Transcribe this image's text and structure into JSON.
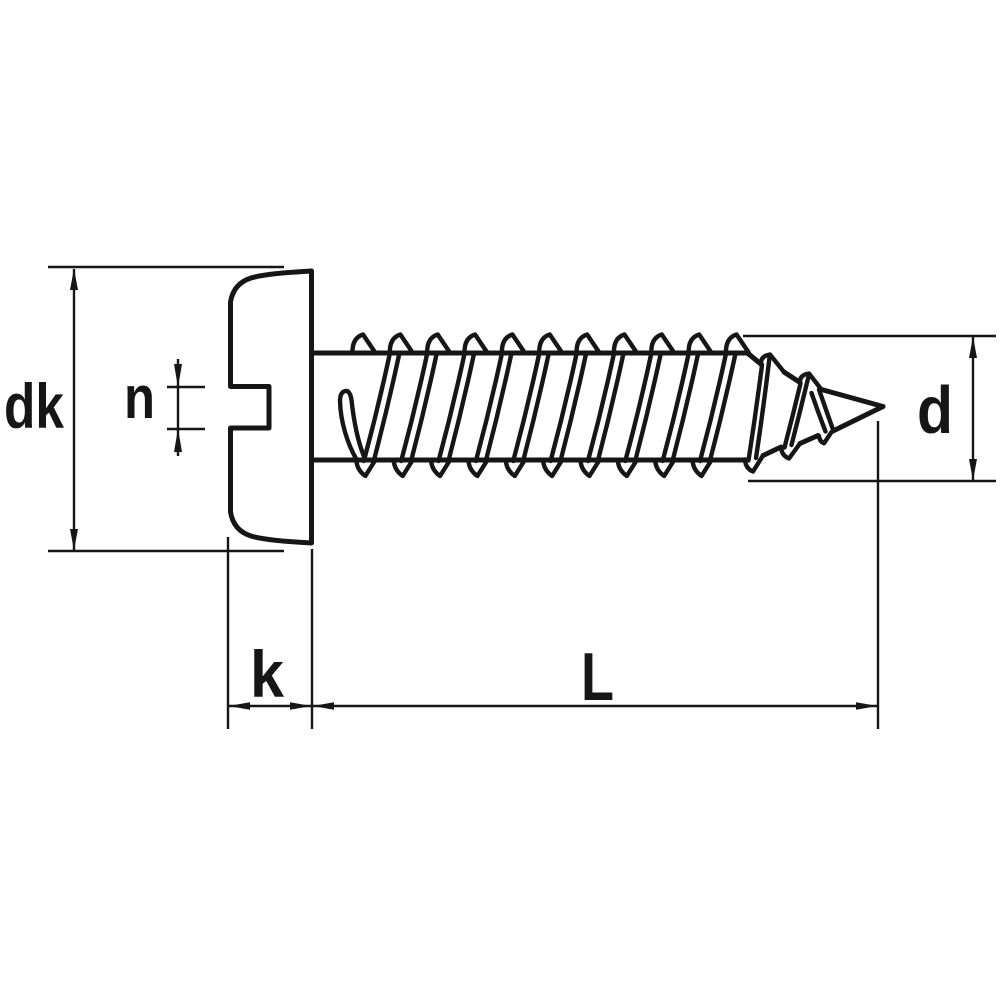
{
  "figure": {
    "type": "technical-drawing",
    "subject": "slotted pan head self-tapping screw, side view with dimension annotations",
    "labels": {
      "head_diameter": "dk",
      "slot_width": "n",
      "thread_diameter": "d",
      "head_height": "k",
      "screw_length": "L"
    },
    "colors": {
      "line": "#161616",
      "background": "#ffffff"
    }
  }
}
